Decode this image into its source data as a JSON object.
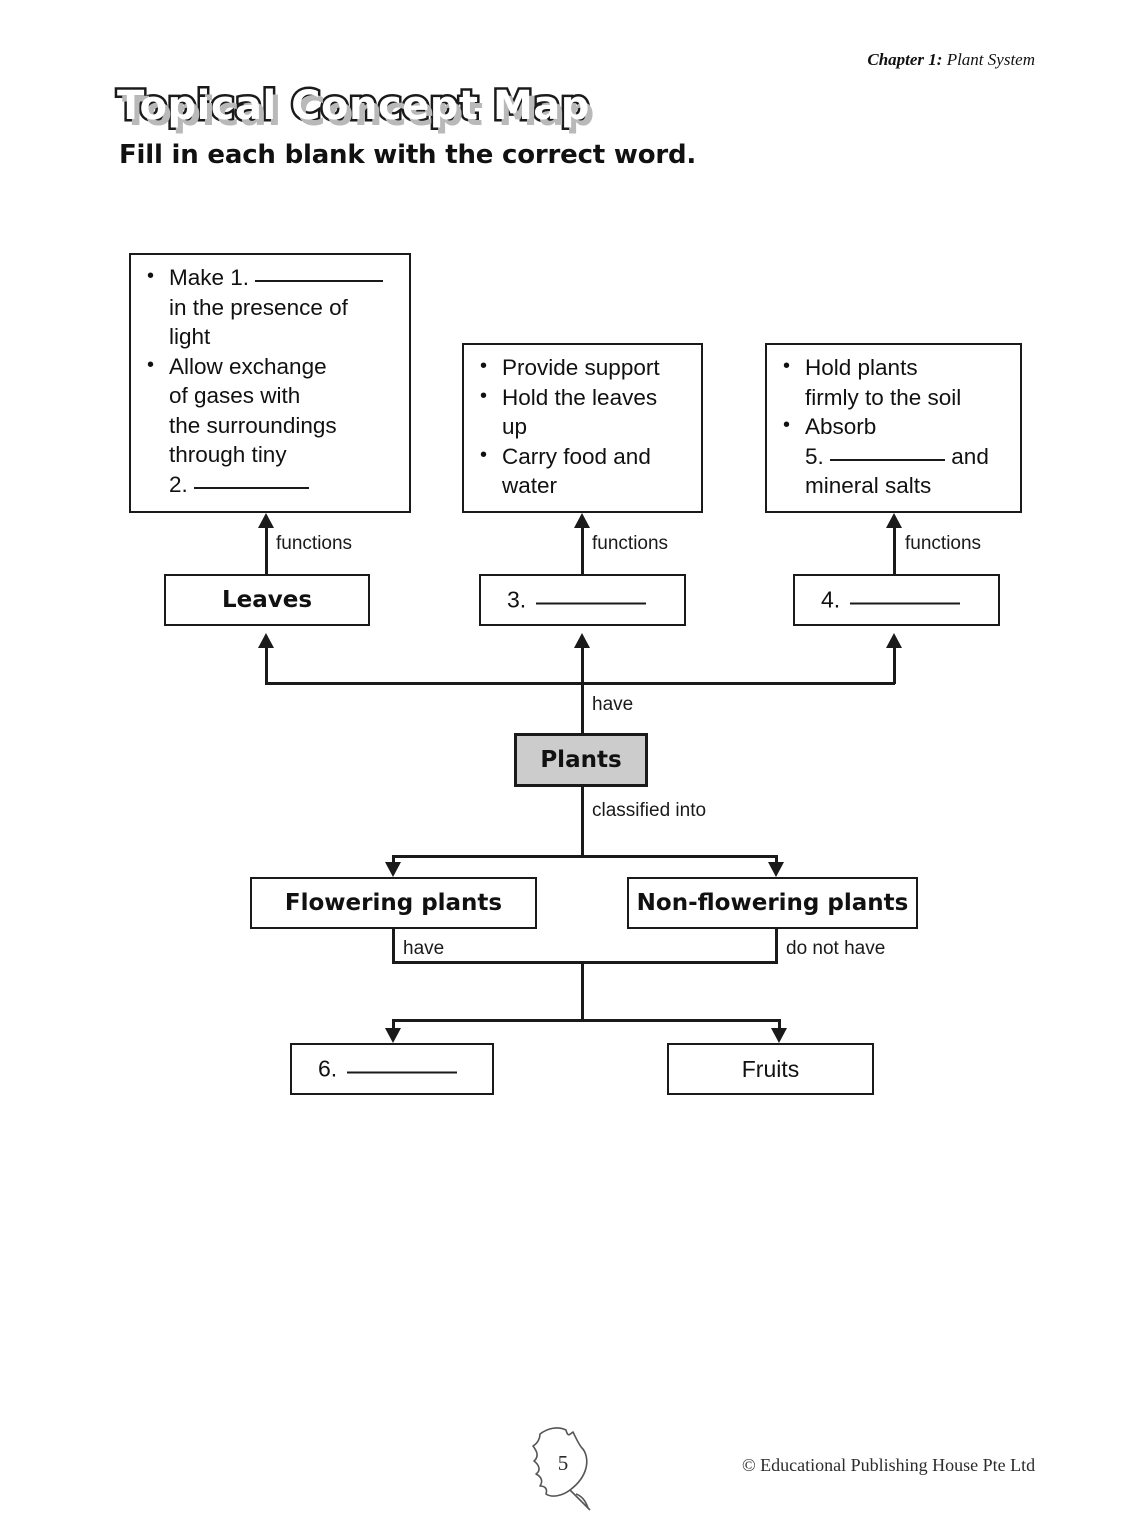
{
  "header": {
    "chapter_label": "Chapter 1:",
    "chapter_title": "Plant System",
    "title": "Topical Concept Map",
    "instruction": "Fill in each blank with the correct word."
  },
  "concept_map": {
    "function_boxes": [
      {
        "id": "leaves-functions",
        "bullets": [
          {
            "pre": "Make 1.",
            "blank": true,
            "post": "in the presence of light"
          },
          {
            "pre": "Allow exchange of gases with the surroundings through tiny 2.",
            "blank": true,
            "post": ""
          }
        ]
      },
      {
        "id": "stem-functions",
        "bullets": [
          {
            "pre": "Provide support",
            "blank": false,
            "post": ""
          },
          {
            "pre": "Hold the leaves up",
            "blank": false,
            "post": ""
          },
          {
            "pre": "Carry food and water",
            "blank": false,
            "post": ""
          }
        ]
      },
      {
        "id": "roots-functions",
        "bullets": [
          {
            "pre": "Hold plants firmly to the soil",
            "blank": false,
            "post": ""
          },
          {
            "pre": "Absorb 5.",
            "blank": true,
            "post": "and mineral salts"
          }
        ]
      }
    ],
    "box_texts": {
      "b1_line1_pre": "Make 1.",
      "b1_line1_post": "in the presence of",
      "b1_line2": "light",
      "b1_line3": "Allow exchange",
      "b1_line4": "of gases with",
      "b1_line5": "the surroundings",
      "b1_line6": "through tiny",
      "b1_line7": "2.",
      "b2_line1": "Provide support",
      "b2_line2": "Hold the leaves",
      "b2_line3": "up",
      "b2_line4": "Carry food and",
      "b2_line5": "water",
      "b3_line1": "Hold plants",
      "b3_line2": "firmly to the soil",
      "b3_line3": "Absorb",
      "b3_line4_pre": "5.",
      "b3_line4_post": "and",
      "b3_line5": "mineral salts"
    },
    "part_boxes": {
      "leaves": "Leaves",
      "part3": "3.",
      "part4": "4."
    },
    "root_node": "Plants",
    "classes": {
      "flowering": "Flowering plants",
      "non_flowering": "Non-flowering plants"
    },
    "products": {
      "product6": "6.",
      "fruits": "Fruits"
    },
    "edge_labels": {
      "functions_1": "functions",
      "functions_2": "functions",
      "functions_3": "functions",
      "have_parts": "have",
      "classified_into": "classified into",
      "flowering_have": "have",
      "nonflowering_do_not_have": "do not have"
    }
  },
  "footer": {
    "page_number": "5",
    "copyright": "© Educational Publishing House Pte Ltd"
  },
  "colors": {
    "ink": "#1a1a1a",
    "shaded_node": "#cccccc",
    "title_shadow": "#b9b9b9",
    "page_background": "#ffffff"
  }
}
